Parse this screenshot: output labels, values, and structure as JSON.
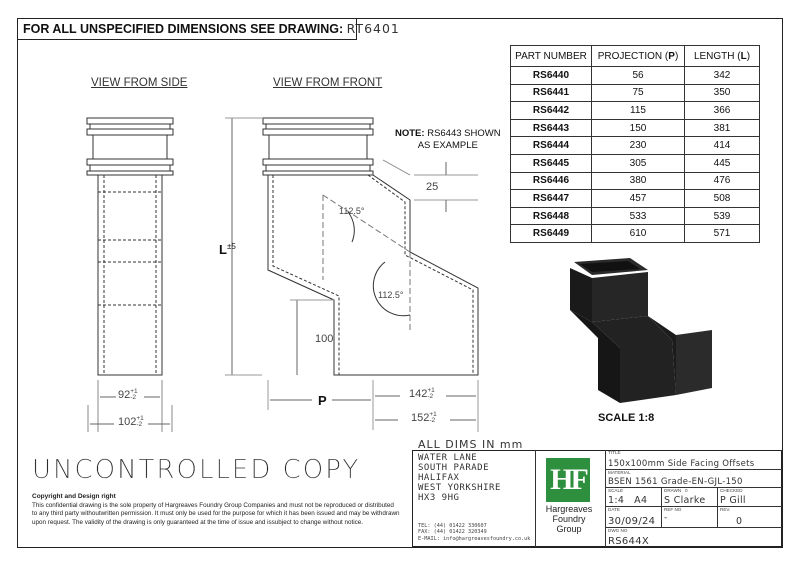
{
  "header": {
    "text": "FOR ALL UNSPECIFIED DIMENSIONS SEE DRAWING:",
    "ref": "RT6401"
  },
  "views": {
    "side": "VIEW FROM SIDE",
    "front": "VIEW FROM FRONT"
  },
  "note": {
    "label": "NOTE:",
    "line1": "RS6443 SHOWN",
    "line2": "AS EXAMPLE"
  },
  "dims": {
    "offset_25": "25",
    "angle1": "112.5°",
    "angle2": "112.5°",
    "d100": "100",
    "L": "L",
    "L_tol": "±5",
    "side_92": "92",
    "side_92_tol_up": "+1",
    "side_92_tol_dn": "-2",
    "side_102": "102",
    "side_102_tol_up": "+1",
    "side_102_tol_dn": "-2",
    "P": "P",
    "front_142": "142",
    "front_142_tol_up": "+1",
    "front_142_tol_dn": "-2",
    "front_152": "152",
    "front_152_tol_up": "+1",
    "front_152_tol_dn": "-2"
  },
  "table": {
    "headers": {
      "part": "PART NUMBER",
      "proj": "PROJECTION (",
      "proj_sym": "P",
      "proj_end": ")",
      "len": "LENGTH (",
      "len_sym": "L",
      "len_end": ")"
    },
    "rows": [
      {
        "part": "RS6440",
        "proj": "56",
        "len": "342"
      },
      {
        "part": "RS6441",
        "proj": "75",
        "len": "350"
      },
      {
        "part": "RS6442",
        "proj": "115",
        "len": "366"
      },
      {
        "part": "RS6443",
        "proj": "150",
        "len": "381"
      },
      {
        "part": "RS6444",
        "proj": "230",
        "len": "414"
      },
      {
        "part": "RS6445",
        "proj": "305",
        "len": "445"
      },
      {
        "part": "RS6446",
        "proj": "380",
        "len": "476"
      },
      {
        "part": "RS6447",
        "proj": "457",
        "len": "508"
      },
      {
        "part": "RS6448",
        "proj": "533",
        "len": "539"
      },
      {
        "part": "RS6449",
        "proj": "610",
        "len": "571"
      }
    ]
  },
  "scale_label": "SCALE 1:8",
  "all_dims": "ALL DIMS IN mm",
  "uncontrolled": "UNCONTROLLED COPY",
  "copyright": {
    "heading": "Copyright and Design right",
    "body": "This confidential drawing is the sole property of Hargreaves Foundry Group Companies and must not be reproduced or distributed to any third party withoutwritten permission. It must only be used for the purpose for which it has been issued and may be withdrawn upon request. The validity of the drawing is only guaranteed at the time of issue and issubject to change without notice."
  },
  "title_block": {
    "address": "WATER LANE\nSOUTH PARADE\nHALIFAX\nWEST YORKSHIRE\nHX3 9HG",
    "contact": "TEL: (44) 01422 330607\nFAX: (44) 01422 320349\nE-MAIL: info@hargreavesfoundry.co.uk",
    "logo_mark": "HF",
    "logo_text": [
      "Hargreaves",
      "Foundry",
      "Group"
    ],
    "title_label": "TITLE",
    "title": "150x100mm Side Facing Offsets",
    "material_label": "MATERIAL",
    "material": "BSEN 1561 Grade-EN-GJL-150",
    "scale_label": "SCALE",
    "scale": "1:4",
    "size": "A4",
    "drawn_label": "DRAWN",
    "drawn_rev": "0",
    "drawn": "S Clarke",
    "checked_label": "CHECKED",
    "checked": "P Gill",
    "date_label": "DATE",
    "date": "30/09/24",
    "refno_label": "REF No",
    "refno": "-",
    "rev_label": "REV.",
    "rev": "0",
    "dwg_label": "DWG No",
    "dwg": "RS644X"
  },
  "colors": {
    "logo_green": "#2e8f3e",
    "line": "#222222",
    "render_dark": "#1b1b1b"
  }
}
